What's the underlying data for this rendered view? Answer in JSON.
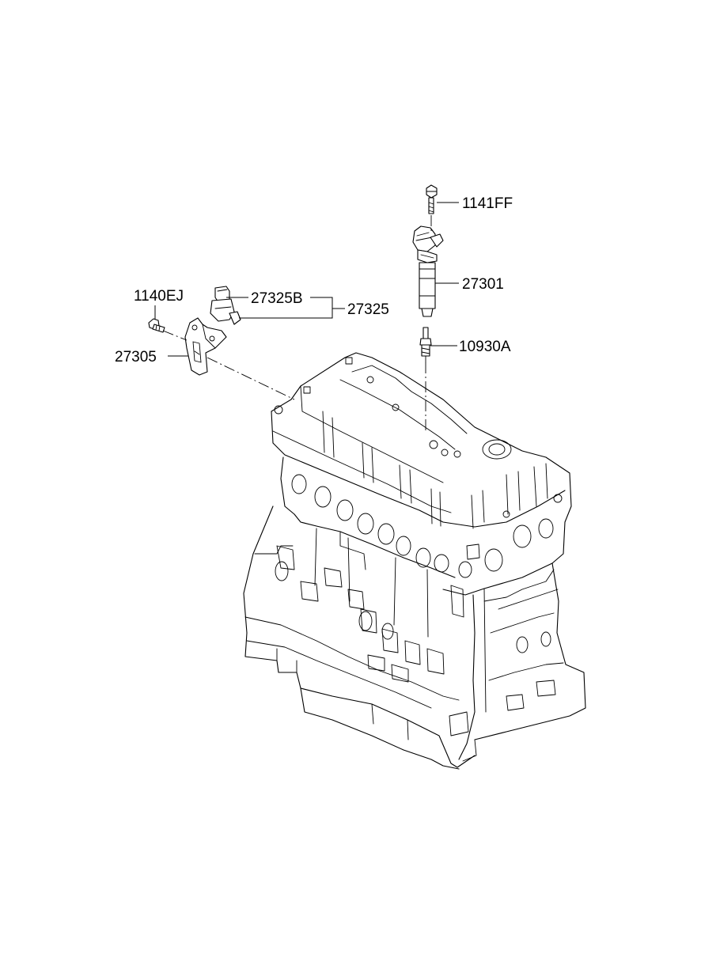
{
  "diagram": {
    "parts": [
      {
        "id": "1141FF",
        "label": "1141FF"
      },
      {
        "id": "27301",
        "label": "27301"
      },
      {
        "id": "1140EJ",
        "label": "1140EJ"
      },
      {
        "id": "27325B",
        "label": "27325B"
      },
      {
        "id": "27325",
        "label": "27325"
      },
      {
        "id": "10930A",
        "label": "10930A"
      },
      {
        "id": "27305",
        "label": "27305"
      }
    ]
  }
}
